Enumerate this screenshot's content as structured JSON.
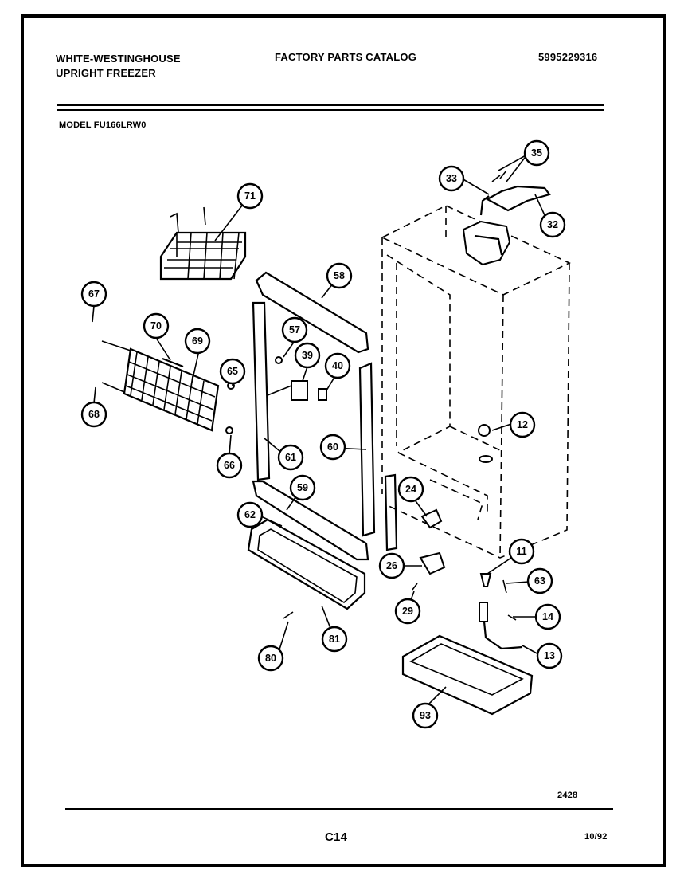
{
  "header": {
    "brand_line1": "WHITE-WESTINGHOUSE",
    "brand_line2": "UPRIGHT FREEZER",
    "catalog_title": "FACTORY PARTS CATALOG",
    "catalog_number": "5995229316",
    "model": "MODEL FU166LRW0"
  },
  "footer": {
    "drawing_number": "2428",
    "page_code": "C14",
    "date": "10/92"
  },
  "callouts": {
    "c35": "35",
    "c33": "33",
    "c32": "32",
    "c71": "71",
    "c58": "58",
    "c67": "67",
    "c70": "70",
    "c57": "57",
    "c69": "69",
    "c39": "39",
    "c40": "40",
    "c65": "65",
    "c68": "68",
    "c66": "66",
    "c61": "61",
    "c60": "60",
    "c12": "12",
    "c59": "59",
    "c24": "24",
    "c62": "62",
    "c11": "11",
    "c26": "26",
    "c63": "63",
    "c29": "29",
    "c14": "14",
    "c80": "80",
    "c81": "81",
    "c13": "13",
    "c93": "93"
  }
}
